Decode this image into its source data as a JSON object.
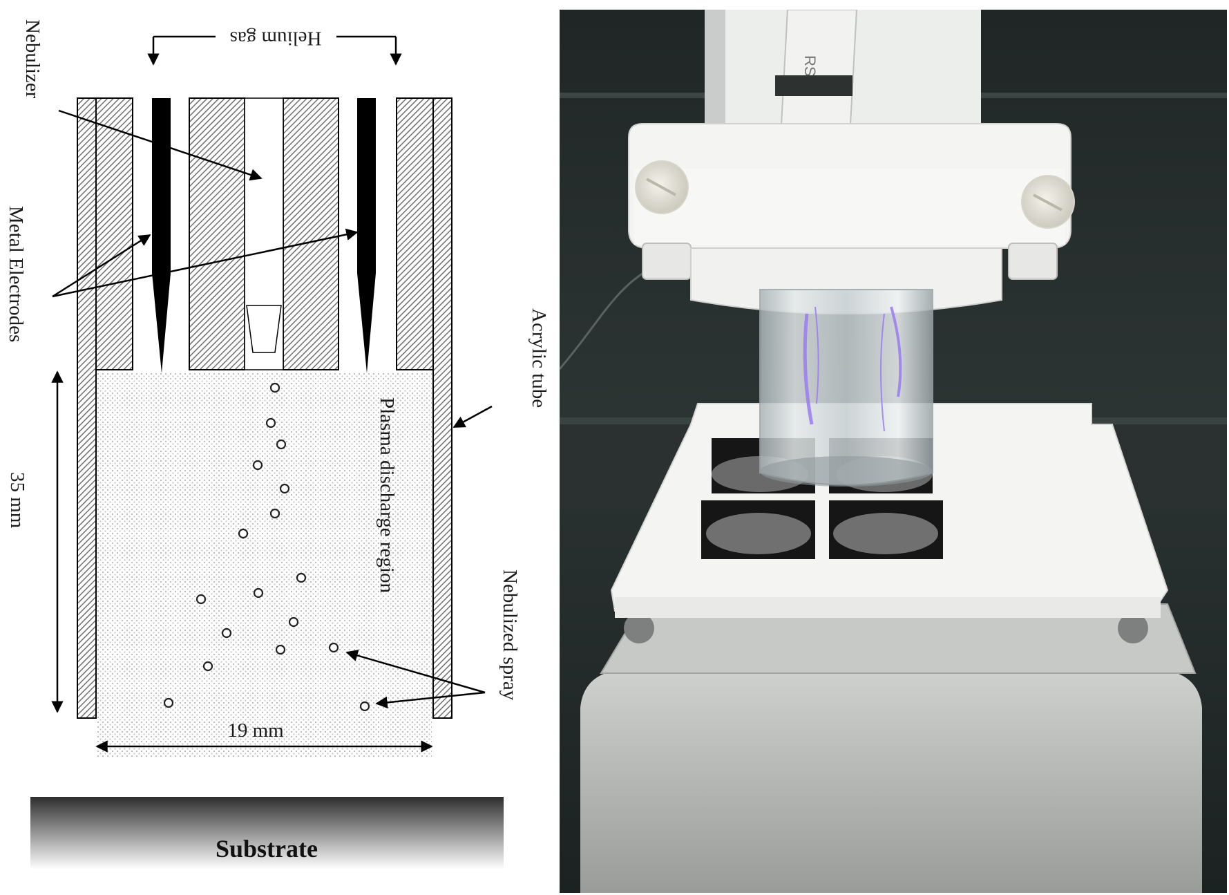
{
  "diagram": {
    "labels": {
      "helium_gas": "Helium gas",
      "nebulizer": "Nebulizer",
      "metal_electrodes": "Metal Electrodes",
      "acrylic_tube": "Acrylic tube",
      "plasma_region": "Plasma discharge region",
      "nebulized_spray": "Nebulized spray",
      "height_dim": "35 mm",
      "width_dim": "19 mm",
      "substrate": "Substrate"
    },
    "colors": {
      "hatch": "#7a7a7a",
      "electrode": "#000000",
      "plasma_dots": "#b5b5b5",
      "substrate_dark": "#2e2e2e",
      "substrate_light": "#ffffff"
    }
  },
  "photo": {
    "cable_text": "RS",
    "colors": {
      "background": "#24292a",
      "housing": "#f3f3f1",
      "tube": "#c9cfd2",
      "plasma_glow": "#9b7cf2",
      "base": "#b8bbb9"
    }
  }
}
